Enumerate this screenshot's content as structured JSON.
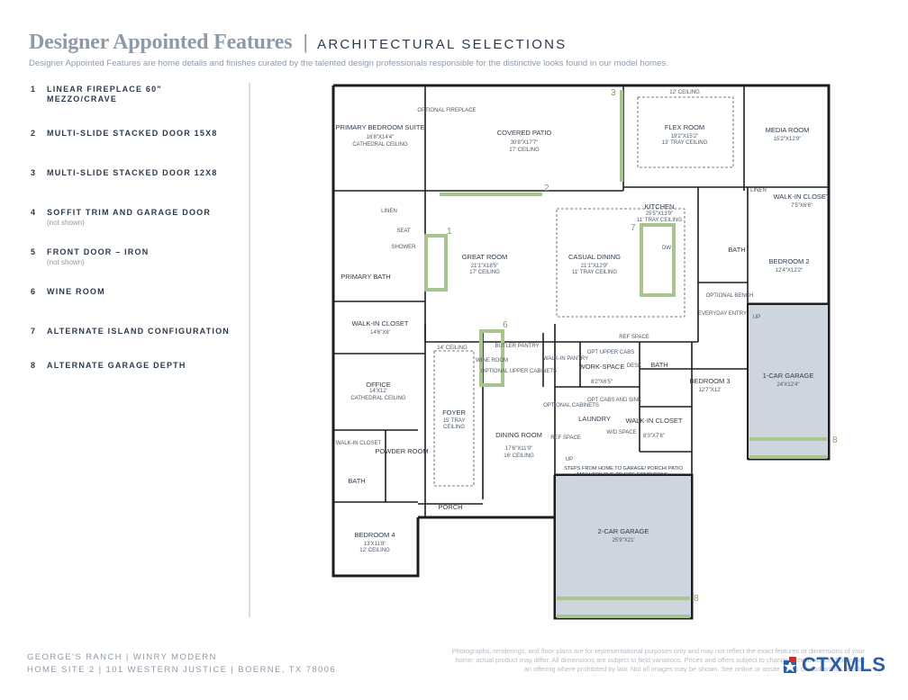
{
  "header": {
    "title": "Designer Appointed Features",
    "separator": "|",
    "subtitle_caps": "ARCHITECTURAL SELECTIONS",
    "description": "Designer Appointed Features are home details and finishes curated by the talented design professionals responsible for the distinctive looks found in our model homes."
  },
  "features": [
    {
      "num": "1",
      "label": "LINEAR FIREPLACE 60\" MEZZO/CRAVE",
      "note": ""
    },
    {
      "num": "2",
      "label": "MULTI-SLIDE STACKED DOOR 15X8",
      "note": ""
    },
    {
      "num": "3",
      "label": "MULTI-SLIDE STACKED DOOR 12X8",
      "note": ""
    },
    {
      "num": "4",
      "label": "SOFFIT TRIM AND GARAGE DOOR",
      "note": "(not shown)"
    },
    {
      "num": "5",
      "label": "FRONT DOOR – IRON",
      "note": "(not shown)"
    },
    {
      "num": "6",
      "label": "WINE ROOM",
      "note": ""
    },
    {
      "num": "7",
      "label": "ALTERNATE ISLAND CONFIGURATION",
      "note": ""
    },
    {
      "num": "8",
      "label": "ALTERNATE GARAGE DEPTH",
      "note": ""
    }
  ],
  "rooms": {
    "primary_suite": {
      "name": "PRIMARY BEDROOM SUITE",
      "dims": "16'8\"X14'4\"",
      "note": "CATHEDRAL CEILING"
    },
    "covered_patio": {
      "name": "COVERED PATIO",
      "dims": "30'8\"X17'7\"",
      "note": "17' CEILING"
    },
    "optional_fireplace": "OPTIONAL FIREPLACE",
    "flex_room": {
      "name": "FLEX ROOM",
      "dims": "19'2\"X15'2\"",
      "note": "13' TRAY CEILING",
      "ceiling": "12' CEILING"
    },
    "media_room": {
      "name": "MEDIA ROOM",
      "dims": "15'2\"X12'9\""
    },
    "linen_top": "LINEN",
    "linen_right": "LINEN",
    "walkin_closet_right": {
      "name": "WALK-IN CLOSET",
      "dims": "7'5\"X6'6\""
    },
    "kitchen": {
      "name": "KITCHEN",
      "dims": "25'5\"X13'9\"",
      "note": "11' TRAY CEILING"
    },
    "seat": "SEAT",
    "shower": "SHOWER",
    "great_room": {
      "name": "GREAT ROOM",
      "dims": "21'1\"X18'5\"",
      "note": "17' CEILING"
    },
    "casual_dining": {
      "name": "CASUAL DINING",
      "dims": "21'1\"X12'9\"",
      "note": "11' TRAY CEILING"
    },
    "dw": "DW",
    "bath_right": "BATH",
    "bedroom2": {
      "name": "BEDROOM 2",
      "dims": "12'4\"X12'2\""
    },
    "optional_bench": "OPTIONAL BENCH",
    "primary_bath": "PRIMARY BATH",
    "everyday_entry": "EVERYDAY ENTRY",
    "up_1": "UP",
    "walkin_closet_left": {
      "name": "WALK-IN CLOSET",
      "dims": "14'6\"X8'"
    },
    "ref_space_1": "REF SPACE",
    "ceiling_14": "14' CEILING",
    "wine_room": "WINE ROOM",
    "butler_pantry": "BUTLER PANTRY",
    "optional_upper_cabinets": "OPTIONAL UPPER CABINETS",
    "walkin_pantry": "WALK-IN PANTRY",
    "opt_upper_cabs": "OPT UPPER CABS",
    "desk": "DESK",
    "workspace": {
      "name": "WORK-SPACE",
      "dims": "8'2\"X6'5\""
    },
    "bath_mid": "BATH",
    "bedroom3": {
      "name": "BEDROOM 3",
      "dims": "12'7\"X12'"
    },
    "garage1": {
      "name": "1-CAR GARAGE",
      "dims": "24'X12'4\""
    },
    "office": {
      "name": "OFFICE",
      "dims": "14'X12'",
      "note": "CATHEDRAL CEILING"
    },
    "foyer": {
      "name": "FOYER",
      "dims": "15' TRAY",
      "note": "CEILING"
    },
    "optional_cabinets": "OPTIONAL CABINETS",
    "opt_cabs_sink": "OPT CABS AND SINK",
    "laundry": "LAUNDRY",
    "wd_space": "W/D SPACE",
    "ref_space_2": "REF SPACE",
    "walkin_closet_mid": {
      "name": "WALK-IN CLOSET",
      "dims": "8'3\"X7'8\""
    },
    "walkin_closet_small": "WALK-IN CLOSET",
    "powder_room": "POWDER ROOM",
    "dining_room": {
      "name": "DINING ROOM",
      "dims": "17'6\"X11'9\"",
      "note": "16' CEILING"
    },
    "up_2": "UP",
    "steps_note": "STEPS FROM HOME TO GARAGE/ PORCH/ PATIO MAY VARY DUE TO SITE CONDITIONS.",
    "bath_left": "BATH",
    "porch": "PORCH",
    "garage2": {
      "name": "2-CAR GARAGE",
      "dims": "25'9\"X21'"
    },
    "bedroom4": {
      "name": "BEDROOM 4",
      "dims": "13'X11'8\"",
      "note": "12' CEILING"
    }
  },
  "markers": [
    "1",
    "2",
    "3",
    "6",
    "7",
    "8",
    "8"
  ],
  "footer": {
    "line1": "GEORGE'S RANCH  |  WINRY MODERN",
    "line2": "HOME SITE 2  |  101 WESTERN JUSTICE  |  BOERNE, TX 78006"
  },
  "disclaimer": "Photographs, renderings, and floor plans are for representational purposes only and may not reflect the exact features or dimensions of your home; actual product may differ. All dimensions are subject to field variations. Prices and offers subject to change without notice. This is not an offering where prohibited by law. Not all images may be shown. See online or onsite Sales Consultant for details.",
  "logo": {
    "text": "CTXMLS"
  },
  "colors": {
    "accent_green": "#a8c48f",
    "garage_fill": "#cfd5df",
    "wall": "#1e1e1e",
    "title_gray": "#8f9aa8",
    "navy": "#2c3a4c"
  }
}
